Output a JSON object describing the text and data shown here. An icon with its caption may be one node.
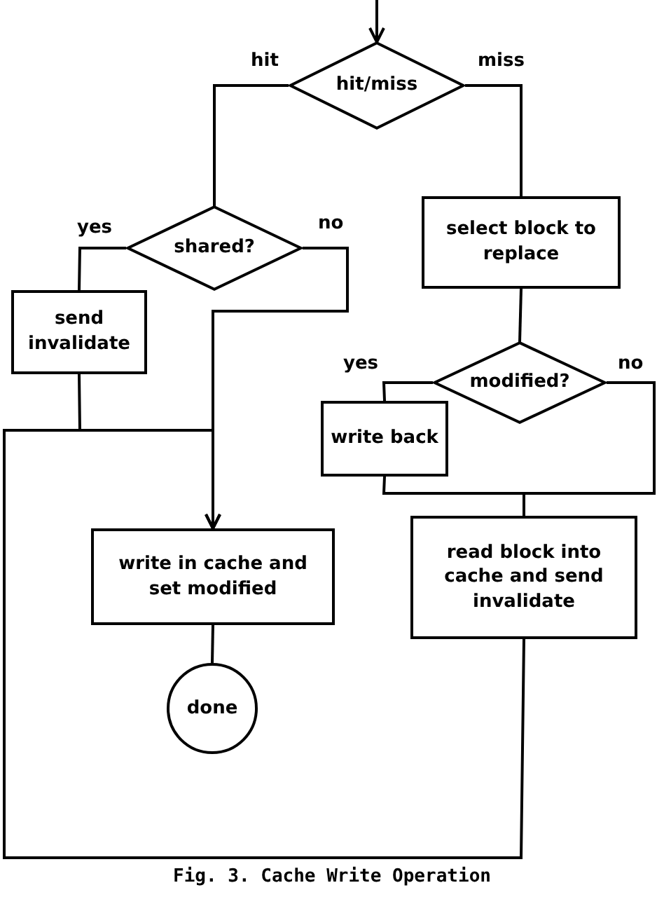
{
  "diagram": {
    "caption": "Fig. 3. Cache Write Operation",
    "nodes": [
      {
        "text": [
          "hit/miss"
        ]
      },
      {
        "text": [
          "shared?"
        ]
      },
      {
        "text": [
          "send invalidate"
        ]
      },
      {
        "text": [
          "select block to replace"
        ]
      },
      {
        "text": [
          "modified?"
        ]
      },
      {
        "text": [
          "write back"
        ]
      },
      {
        "text": [
          "write in cache and set modified"
        ]
      },
      {
        "text": [
          "done"
        ]
      },
      {
        "text": [
          "read block into cache and send invalidate"
        ]
      }
    ],
    "edges": [
      {
        "from": null,
        "to": 0,
        "arrow": "to"
      },
      {
        "from": 0,
        "to": 1,
        "label": "hit",
        "arrow": "none"
      },
      {
        "from": 0,
        "to": 3,
        "label": "miss",
        "arrow": "none"
      },
      {
        "from": 1,
        "to": 2,
        "label": "yes",
        "arrow": "none"
      },
      {
        "from": 1,
        "to": 6,
        "label": "no",
        "arrow": "none"
      },
      {
        "from": 2,
        "to": 6,
        "arrow": "to"
      },
      {
        "from": 3,
        "to": 4,
        "arrow": "none"
      },
      {
        "from": 4,
        "to": 5,
        "label": "yes",
        "arrow": "none"
      },
      {
        "from": 4,
        "to": 8,
        "label": "no",
        "arrow": "none"
      },
      {
        "from": 5,
        "to": 8,
        "arrow": "none"
      },
      {
        "from": 6,
        "to": 7,
        "arrow": "none"
      },
      {
        "from": 8,
        "to": 6,
        "arrow": "to"
      }
    ]
  }
}
